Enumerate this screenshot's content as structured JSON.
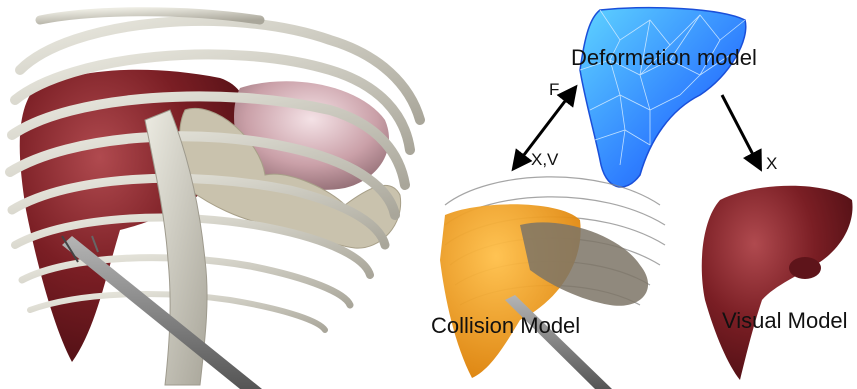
{
  "labels": {
    "deformation_model": "Deformation model",
    "collision_model": "Collision Model",
    "visual_model": "Visual Model",
    "arrow_f": "F",
    "arrow_xv": "X,V",
    "arrow_x": "X"
  },
  "colors": {
    "liver_red": "#7a1e24",
    "bone": "#d6d3c6",
    "stomach_pink": "#d9b6bd",
    "mesh_blue": "#2f8fff",
    "collision_orange": "#f39a12",
    "tool_gray": "#8c8c8c"
  }
}
